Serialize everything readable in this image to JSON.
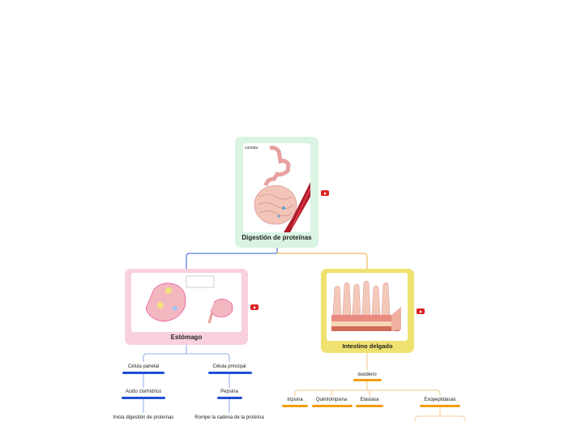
{
  "root": {
    "title": "Digestión de proteínas",
    "image_label": "comida",
    "color": "#d9f4e2"
  },
  "stomach": {
    "title": "Estómago",
    "color": "#f9d1dc",
    "left_branch": {
      "items": [
        "Célula parietal",
        "Acido clorhídrico",
        "Inicia digestión de proteínas"
      ]
    },
    "right_branch": {
      "items": [
        "Célula principal",
        "Pepsina",
        "Rompe la cadena de la proteína"
      ]
    },
    "accent": "#1f4fd6"
  },
  "intestine": {
    "title": "Intestino delgado",
    "color": "#efe271",
    "child": "duodeno",
    "enzymes": [
      "tripsina",
      "Quimiotripsina",
      "Elastasa",
      "Exopeptidasas"
    ],
    "accent": "#f39c12"
  },
  "colors": {
    "blue_line": "#2a5bd7",
    "orange_line": "#e7a938",
    "youtube": "#e02020"
  }
}
